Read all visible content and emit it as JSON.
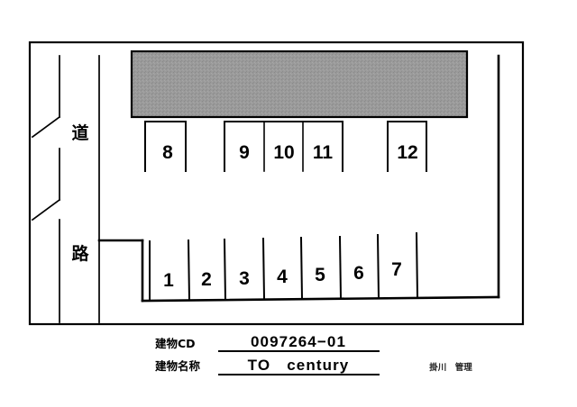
{
  "document": {
    "kind": "parking-lot-site-plan",
    "background_color": "#ffffff",
    "ink_color": "#000000"
  },
  "diagram": {
    "building": {
      "label": "apartment-building",
      "fill_color": "#999999",
      "outline_color": "#000000"
    },
    "road": {
      "characters": [
        "道",
        "路"
      ],
      "reading": "道路"
    },
    "parking_spaces_upper": [
      {
        "number": "8"
      },
      {
        "number": "9"
      },
      {
        "number": "10"
      },
      {
        "number": "11"
      },
      {
        "number": "12"
      }
    ],
    "parking_spaces_lower": [
      {
        "number": "1"
      },
      {
        "number": "2"
      },
      {
        "number": "3"
      },
      {
        "number": "4"
      },
      {
        "number": "5"
      },
      {
        "number": "6"
      },
      {
        "number": "7"
      }
    ]
  },
  "info": {
    "building_code_label": "建物CD",
    "building_code_value": "0097264−01",
    "building_name_label": "建物名称",
    "building_name_value": "TO　century",
    "agency": "掛川　管理"
  }
}
